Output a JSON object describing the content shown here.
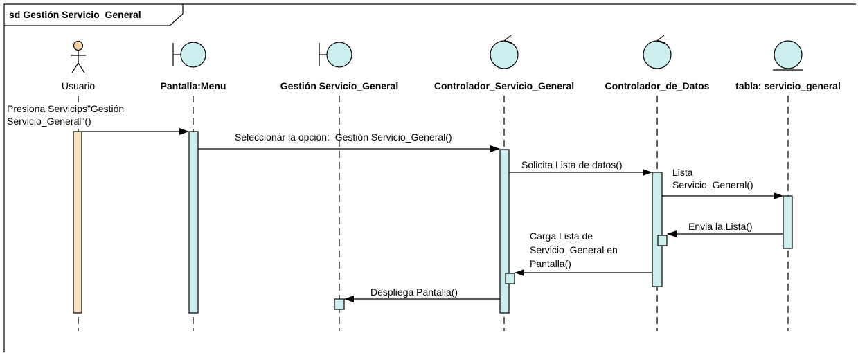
{
  "frame": {
    "title": "sd Gestión Servicio_General"
  },
  "lifelines": [
    {
      "id": "usuario",
      "type": "actor",
      "label": "Usuario"
    },
    {
      "id": "pantalla",
      "type": "boundary",
      "label": "Pantalla:Menu"
    },
    {
      "id": "gestion",
      "type": "boundary",
      "label": "Gestión Servicio_General"
    },
    {
      "id": "ctrl_serv",
      "type": "control",
      "label": "Controlador_Servicio_General"
    },
    {
      "id": "ctrl_datos",
      "type": "control",
      "label": "Controlador_de_Datos"
    },
    {
      "id": "tabla",
      "type": "entity",
      "label": "tabla: servicio_general"
    }
  ],
  "messages": [
    {
      "id": "m1",
      "from": "usuario",
      "to": "pantalla",
      "lines": [
        "Presiona Servicios\"Gestión",
        "Servicio_General\"()"
      ]
    },
    {
      "id": "m2",
      "from": "pantalla",
      "to": "ctrl_serv",
      "lines": [
        "Seleccionar la opción:  Gestión Servicio_General()"
      ]
    },
    {
      "id": "m3",
      "from": "ctrl_serv",
      "to": "ctrl_datos",
      "lines": [
        "Solicita Lista de datos()"
      ]
    },
    {
      "id": "m4",
      "from": "ctrl_datos",
      "to": "tabla",
      "lines": [
        "Lista",
        "Servicio_General()"
      ]
    },
    {
      "id": "m5",
      "from": "tabla",
      "to": "ctrl_datos",
      "lines": [
        "Envia la Lista()"
      ]
    },
    {
      "id": "m6",
      "from": "ctrl_datos",
      "to": "ctrl_serv",
      "lines": [
        "Carga Lista de",
        "Servicio_General en",
        "Pantalla()"
      ]
    },
    {
      "id": "m7",
      "from": "ctrl_serv",
      "to": "gestion",
      "lines": [
        "Despliega Pantalla()"
      ]
    }
  ],
  "colors": {
    "actor_head": "#f5d3a9",
    "actor_activation": "#f8e0c4",
    "object_fill": "#cdeeee",
    "activation": "#cdeeee",
    "stroke": "#000000"
  }
}
